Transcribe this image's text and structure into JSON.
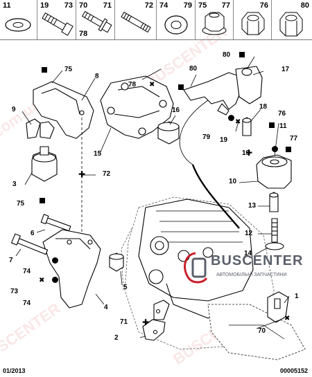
{
  "header_parts": [
    {
      "left": "11",
      "right": "",
      "bottom": ""
    },
    {
      "left": "19",
      "right": "73",
      "bottom": ""
    },
    {
      "left": "70",
      "right": "71",
      "bottom": "78"
    },
    {
      "left": "",
      "right": "72",
      "bottom": ""
    },
    {
      "left": "74",
      "right": "79",
      "bottom": ""
    },
    {
      "left": "75",
      "right": "77",
      "bottom": ""
    },
    {
      "left": "",
      "right": "76",
      "bottom": ""
    },
    {
      "left": "",
      "right": "80",
      "bottom": ""
    }
  ],
  "callouts": {
    "c75a": "75",
    "c8": "8",
    "c78": "78",
    "c80a": "80",
    "c80b": "80",
    "c17": "17",
    "c9": "9",
    "c16": "16",
    "c18": "18",
    "c76": "76",
    "c11": "11",
    "c77": "77",
    "c79": "79",
    "c19a": "19",
    "c19b": "19",
    "c15": "15",
    "c72": "72",
    "c3": "3",
    "c10": "10",
    "c75b": "75",
    "c13": "13",
    "c6": "6",
    "c12": "12",
    "c7": "7",
    "c14": "14",
    "c74a": "74",
    "c5": "5",
    "c73": "73",
    "c74b": "74",
    "c4": "4",
    "c1": "1",
    "c71": "71",
    "c2": "2",
    "c70": "70"
  },
  "watermark": {
    "brand": "BUSCENTER",
    "subtitle": "АВТОМОБІЛЬНІ ЗАПЧАСТИНИ",
    "domain": ".com.ua"
  },
  "footer": {
    "date": "01/2013",
    "code": "00005152"
  }
}
